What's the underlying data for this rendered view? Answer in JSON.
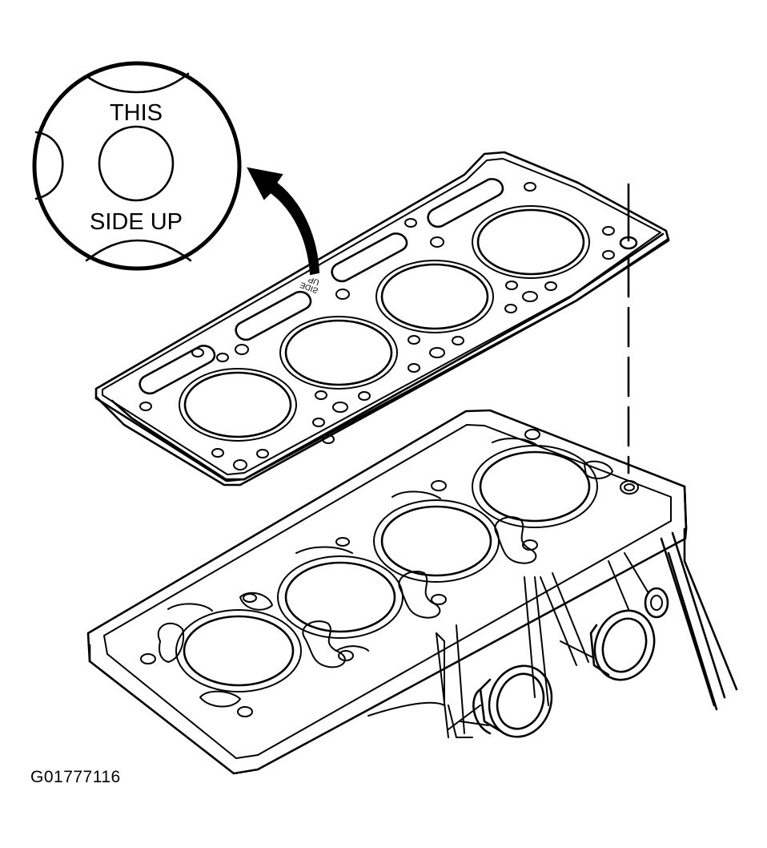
{
  "callout": {
    "line1": "THIS",
    "line2": "SIDE UP"
  },
  "gasket_mark": {
    "line1": "ƧIDE",
    "line2": "UP"
  },
  "figure_code": "G01777116"
}
